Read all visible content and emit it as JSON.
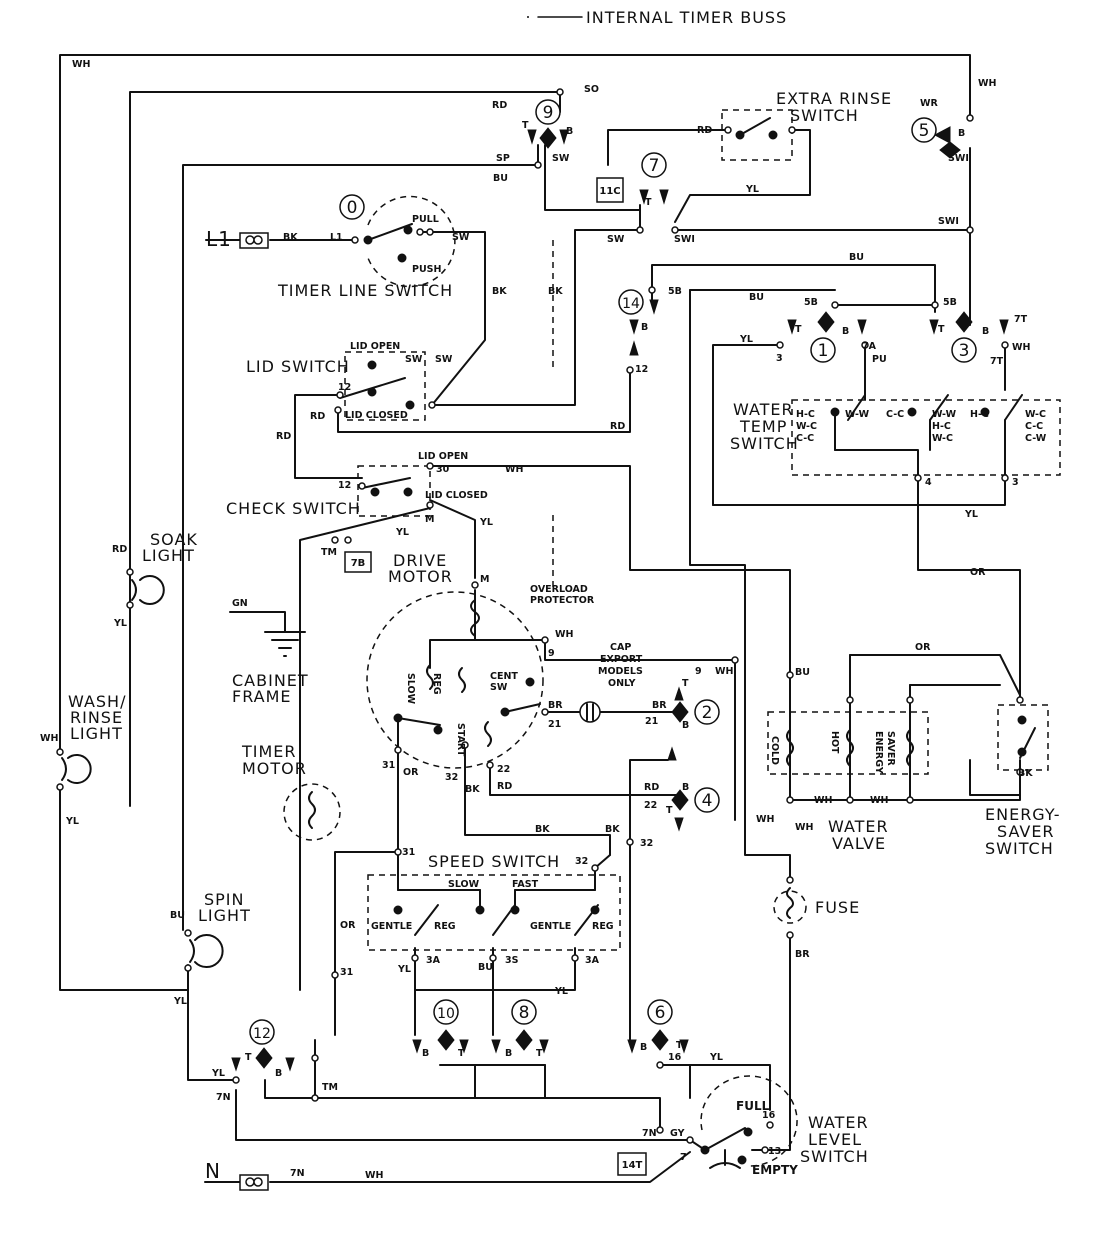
{
  "legend": "INTERNAL TIMER BUSS",
  "title_labels": {
    "extra_rinse": [
      "EXTRA RINSE",
      "SWITCH"
    ],
    "timer_line": "TIMER LINE SWITCH",
    "lid_switch": "LID SWITCH",
    "check_switch": "CHECK SWITCH",
    "drive_motor": [
      "DRIVE",
      "MOTOR"
    ],
    "overload": [
      "OVERLOAD",
      "PROTECTOR"
    ],
    "cap": [
      "CAP",
      "EXPORT",
      "MODELS",
      "ONLY"
    ],
    "cabinet": [
      "CABINET",
      "FRAME"
    ],
    "timer_motor": [
      "TIMER",
      "MOTOR"
    ],
    "speed_switch": "SPEED SWITCH",
    "water_temp": [
      "WATER",
      "TEMP",
      "SWITCH"
    ],
    "water_valve": [
      "WATER",
      "VALVE"
    ],
    "energy_saver": [
      "ENERGY-",
      "SAVER",
      "SWITCH"
    ],
    "fuse": "FUSE",
    "water_level": [
      "WATER",
      "LEVEL",
      "SWITCH"
    ],
    "soak_light": [
      "SOAK",
      "LIGHT"
    ],
    "wash_rinse": [
      "WASH/",
      "RINSE",
      "LIGHT"
    ],
    "spin_light": [
      "SPIN",
      "LIGHT"
    ],
    "l1": "L1",
    "n": "N"
  },
  "cam_numbers": [
    "0",
    "9",
    "7",
    "5",
    "14",
    "1",
    "3",
    "2",
    "4",
    "12",
    "10",
    "8",
    "6"
  ],
  "boxed_labels": [
    "11C",
    "7B",
    "14T"
  ],
  "switch_text": {
    "pull": "PULL",
    "push": "PUSH",
    "lid_open": "LID OPEN",
    "lid_closed": "LID CLOSED",
    "cent_sw": [
      "CENT",
      "SW"
    ],
    "slow": "SLOW",
    "fast": "FAST",
    "reg": "REG",
    "gentle": "GENTLE",
    "start": "START",
    "full": "FULL",
    "empty": "EMPTY",
    "cold": "COLD",
    "hot": "HOT",
    "energy": [
      "ENERGY",
      "SAVER"
    ],
    "temp_left": [
      "H-C",
      "W-C",
      "C-C"
    ],
    "temp_ww": "W-W",
    "temp_cc": "C-C",
    "temp_mid": [
      "W-W",
      "H-C",
      "W-C"
    ],
    "temp_hc": "H-C",
    "temp_right": [
      "W-C",
      "C-C",
      "C-W"
    ]
  },
  "wire_labels": {
    "WH": "WH",
    "RD": "RD",
    "BU": "BU",
    "BK": "BK",
    "YL": "YL",
    "OR": "OR",
    "GY": "GY",
    "GN": "GN",
    "PU": "PU",
    "BR": "BR",
    "SO": "SO",
    "SP": "SP",
    "SW": "SW",
    "SWI": "SWI",
    "WR": "WR",
    "T": "T",
    "B": "B",
    "L1": "L1",
    "n12": "12",
    "n30": "30",
    "M": "M",
    "TM": "TM",
    "n9": "9",
    "n21": "21",
    "n22": "22",
    "n31": "31",
    "n32": "32",
    "n3A": "3A",
    "n3S": "3S",
    "n16": "16",
    "n13": "13",
    "n7": "7",
    "n7N": "7N",
    "n5B": "5B",
    "n3": "3",
    "n7A": "7A",
    "n7T": "7T",
    "n4": "4"
  }
}
